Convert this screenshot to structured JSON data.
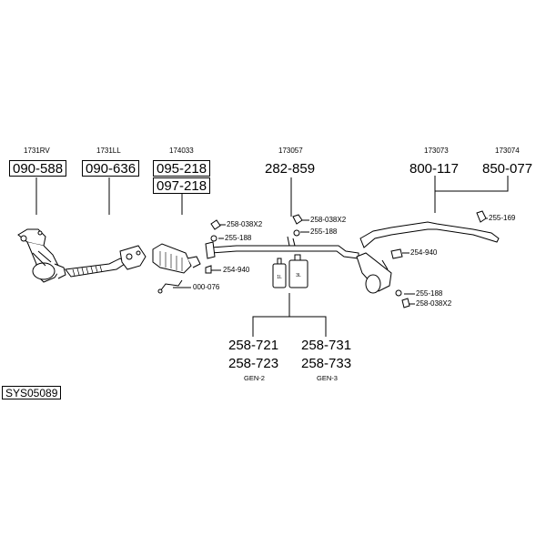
{
  "diagram_id": "SYS05089",
  "ref_codes": {
    "r1": "1731RV",
    "r2": "1731LL",
    "r3": "174033",
    "r4": "173057",
    "r5": "173073",
    "r6": "173074"
  },
  "part_numbers": {
    "p1": "090-588",
    "p2": "090-636",
    "p3a": "095-218",
    "p3b": "097-218",
    "p4": "282-859",
    "p5": "800-117",
    "p6": "850-077",
    "paste1a": "258-721",
    "paste1b": "258-723",
    "paste2a": "258-731",
    "paste2b": "258-733"
  },
  "gen_labels": {
    "g1": "GEN-2",
    "g2": "GEN-3"
  },
  "fitting_labels": {
    "f1": "258-038X2",
    "f2": "255-188",
    "f3": "254-940",
    "f4": "000-076",
    "f5": "258-038X2",
    "f6": "255-188",
    "f7": "255-169",
    "f8": "254-940",
    "f9": "255-188",
    "f10": "258-038X2"
  },
  "can_labels": {
    "c1": "1L",
    "c2": "3L"
  }
}
